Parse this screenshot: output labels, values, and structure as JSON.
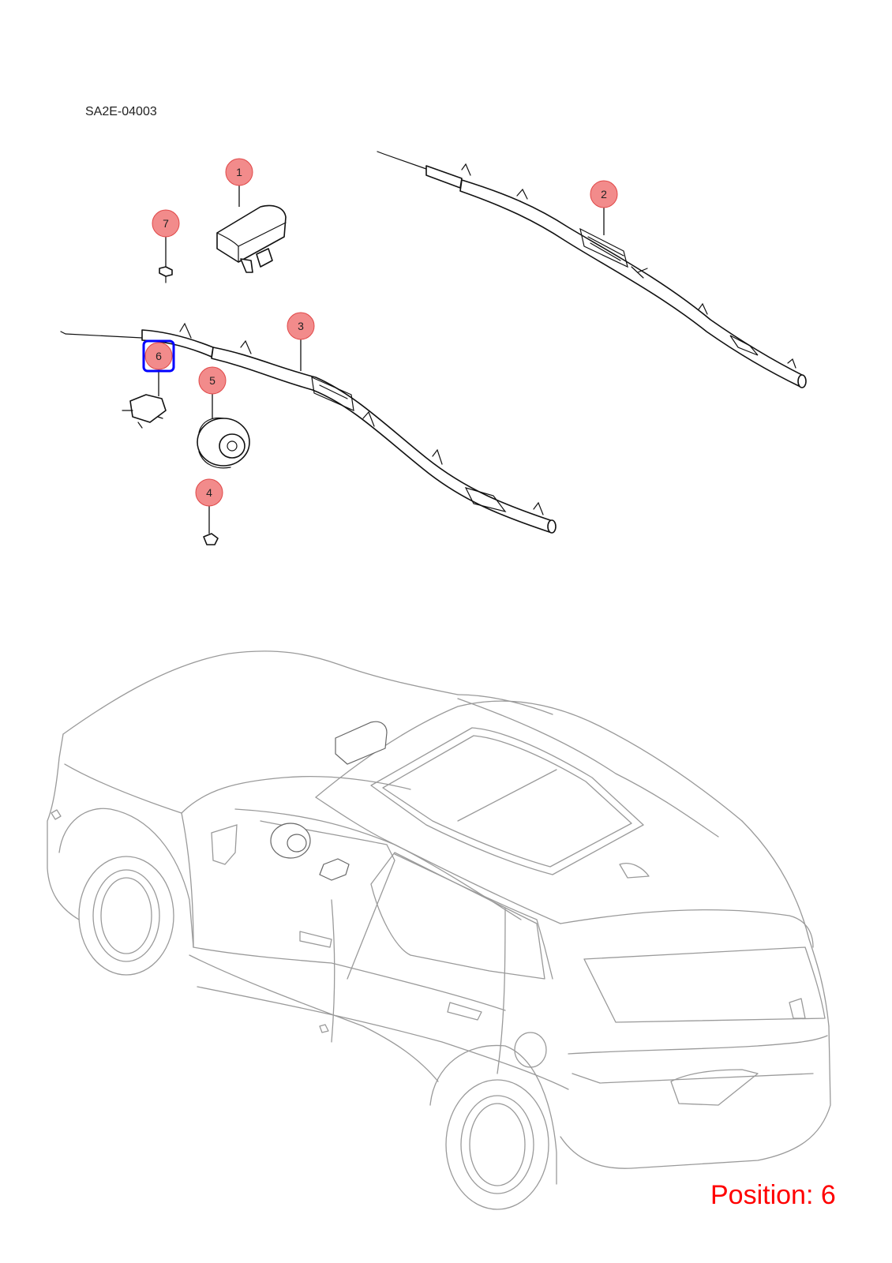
{
  "diagram_code": "SA2E-04003",
  "position_label": "Position: 6",
  "colors": {
    "callout_fill": "#f28b8b",
    "callout_stroke": "#e04848",
    "highlight": "#0000ff",
    "position_text": "#ff0000"
  },
  "callouts": [
    {
      "num": "1"
    },
    {
      "num": "2"
    },
    {
      "num": "3"
    },
    {
      "num": "4"
    },
    {
      "num": "5"
    },
    {
      "num": "6",
      "highlighted": true
    },
    {
      "num": "7"
    }
  ]
}
